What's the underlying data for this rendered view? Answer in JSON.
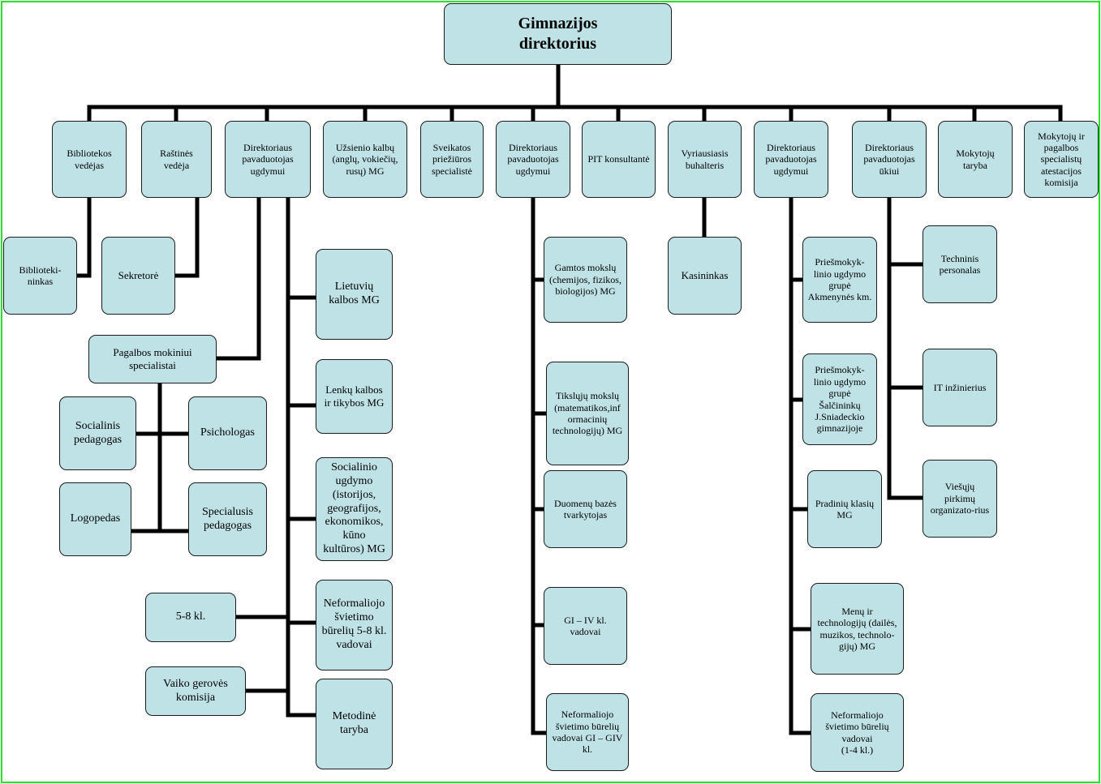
{
  "diagram": {
    "root": "Gimnazijos\ndirektorius",
    "top": {
      "bibliotekos_vedejas": "Bibliotekos\nvedėjas",
      "rastines_vedeja": "Raštinės\nvedėja",
      "pavad_ugdymui_1": "Direktoriaus\npavaduotojas\nugdymui",
      "uzsienio_kalbu": "Užsienio kalbų\n(anglų, vokiečių,\nrusų) MG",
      "sveikatos": "Sveikatos\npriežiūros\nspecialistė",
      "pavad_ugdymui_2": "Direktoriaus\npavaduotojas\nugdymui",
      "pit": "PIT konsultantė",
      "buhalteris": "Vyriausiasis\nbuhalteris",
      "pavad_ugdymui_3": "Direktoriaus\npavaduotojas\nugdymui",
      "pavad_ukiui": "Direktoriaus\npavaduotojas\nūkiui",
      "mokytoju_taryba": "Mokytojų\ntaryba",
      "atestacijos": "Mokytojų ir\npagalbos\nspecialistų\natestacijos\nkomisija"
    },
    "bibliotekininkas": "Biblioteki-\nninkas",
    "sekretore": "Sekretorė",
    "kasininkas": "Kasininkas",
    "pagalbos": {
      "title": "Pagalbos mokiniui\nspecialistai",
      "socialinis": "Socialinis\npedagogas",
      "psichologas": "Psichologas",
      "logopedas": "Logopedas",
      "specialusis": "Specialusis\npedagogas"
    },
    "kl58": "5-8 kl.",
    "vaiko_geroves": "Vaiko gerovės\nkomisija",
    "branch1": {
      "lietuviu": "Lietuvių\nkalbos MG",
      "lenku": "Lenkų kalbos\nir tikybos MG",
      "socialinio": "Socialinio\nugdymo\n(istorijos,\ngeografijos,\nekonomikos,\nkūno\nkultūros) MG",
      "neformaliojo": "Neformaliojo\nšvietimo\nbūrelių 5-8 kl.\nvadovai",
      "metodine": "Metodinė\ntaryba"
    },
    "branch2": {
      "gamtos": "Gamtos mokslų\n(chemijos, fizikos,\nbiologijos) MG",
      "tiksliuju": "Tikslųjų mokslų\n(matematikos,inf\normacinių\ntechnologijų) MG",
      "duomenu": "Duomenų bazės\ntvarkytojas",
      "gi_iv": "GI – IV kl.\nvadovai",
      "neformaliojo": "Neformaliojo\nšvietimo būrelių\nvadovai GI – GIV\nkl."
    },
    "branch3": {
      "priesmokyk_akmenynes": "Priešmokyk-\nlinio ugdymo\ngrupė\nAkmenynės km.",
      "priesmokyk_salcininku": "Priešmokyk-\nlinio ugdymo\ngrupė\nŠalčininkų\nJ.Sniadeckio\ngimnazijoje",
      "pradiniu": "Pradinių klasių\nMG",
      "menu": "Menų ir\ntechnologijų (dailės,\nmuzikos, technolo-\ngijų) MG",
      "neformaliojo": "Neformaliojo\nšvietimo būrelių\nvadovai\n(1-4 kl.)"
    },
    "branch4": {
      "techninis": "Techninis\npersonalas",
      "it": "IT inžinierius",
      "viesuju": "Viešųjų\npirkimų\norganizato-rius"
    }
  },
  "colors": {
    "node_fill": "#bfe2e6",
    "node_border": "#1c1c1c",
    "connector": "#000000",
    "frame": "#2ee02e"
  }
}
